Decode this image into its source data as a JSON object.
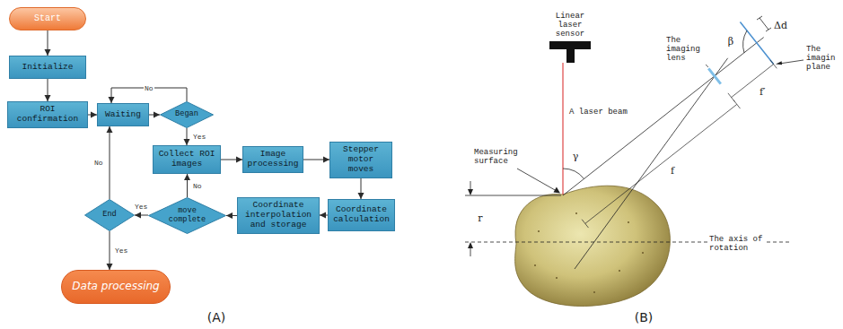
{
  "diagram": {
    "nodes": [
      {
        "text": [
          "Start"
        ]
      },
      {
        "text": [
          "Initialize"
        ]
      },
      {
        "text": [
          "ROI confirmation"
        ]
      },
      {
        "text": [
          "Waiting"
        ]
      },
      {
        "text": [
          "Began"
        ]
      },
      {
        "text": [
          "Collect ROI images"
        ]
      },
      {
        "text": [
          "Image processing"
        ]
      },
      {
        "text": [
          "Stepper motor moves"
        ]
      },
      {
        "text": [
          "Coordinate calculation"
        ]
      },
      {
        "text": [
          "Coordinate interpolation and storage"
        ]
      },
      {
        "text": [
          "move complete"
        ]
      },
      {
        "text": [
          "End"
        ]
      },
      {
        "text": [
          "Data processing"
        ]
      }
    ],
    "edges": [
      {
        "from": 0,
        "to": 1,
        "arrow": "to"
      },
      {
        "from": 1,
        "to": 2,
        "arrow": "to"
      },
      {
        "from": 2,
        "to": 3,
        "arrow": "to"
      },
      {
        "from": 3,
        "to": 4,
        "arrow": "to"
      },
      {
        "from": 4,
        "to": 3,
        "label": "No",
        "arrow": "to"
      },
      {
        "from": 4,
        "to": 5,
        "label": "Yes",
        "arrow": "to"
      },
      {
        "from": 5,
        "to": 6,
        "arrow": "to"
      },
      {
        "from": 6,
        "to": 7,
        "arrow": "to"
      },
      {
        "from": 7,
        "to": 8,
        "arrow": "to"
      },
      {
        "from": 8,
        "to": 9,
        "arrow": "to"
      },
      {
        "from": 9,
        "to": 10,
        "arrow": "to"
      },
      {
        "from": 10,
        "to": 5,
        "label": "No",
        "arrow": "to"
      },
      {
        "from": 10,
        "to": 11,
        "label": "Yes",
        "arrow": "to"
      },
      {
        "from": 11,
        "to": 3,
        "label": "No",
        "arrow": "to"
      },
      {
        "from": 11,
        "to": 12,
        "label": "Yes",
        "arrow": "to"
      }
    ],
    "labels": [
      "(A)",
      "(B)",
      "Linear laser sensor",
      "A laser beam",
      "Measuring surface",
      "γ",
      "r",
      "The axis of rotation",
      "The imaging lens",
      "The imagin plane",
      "β",
      "Δd",
      "f′",
      "f"
    ]
  }
}
